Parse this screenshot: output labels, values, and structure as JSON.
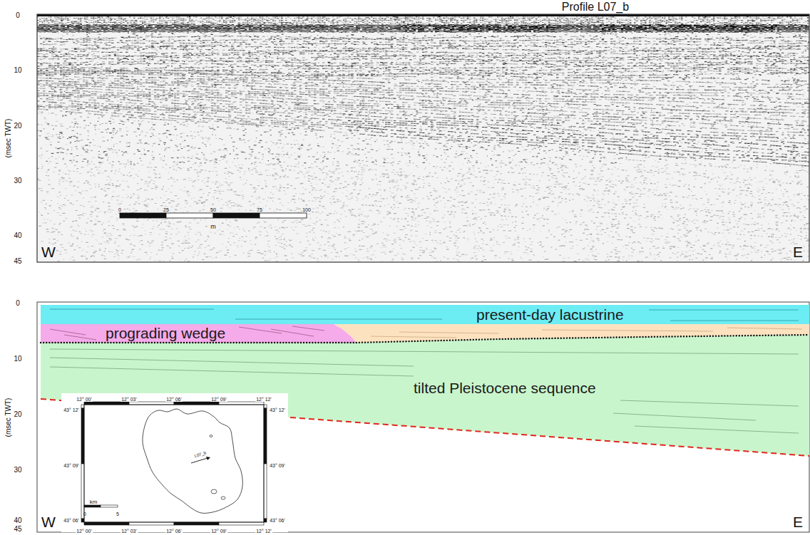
{
  "diagram": {
    "title": "Profile L07_b",
    "nodes": [
      {
        "text": [
          "present-day lacustrine"
        ]
      },
      {
        "text": [
          "prograding wedge"
        ]
      },
      {
        "text": [
          "tilted Pleistocene sequence"
        ]
      }
    ],
    "labels": [
      "0",
      "10",
      "20",
      "30",
      "40",
      "45",
      "(msec TWT)",
      "0",
      "25",
      "50",
      "75",
      "100",
      "m",
      "W",
      "E",
      "0",
      "10",
      "20",
      "30",
      "40",
      "45",
      "(msec TWT)",
      "W",
      "E",
      "12° 00'",
      "12° 03'",
      "12° 06'",
      "12° 09'",
      "12° 12'",
      "43° 12'",
      "43° 09'",
      "43° 06'",
      "43° 12'",
      "43° 09'",
      "43° 06'",
      "L07_b",
      "km",
      "0",
      "5",
      "12° 00'",
      "12° 03'",
      "12° 06'",
      "12° 09'",
      "12° 12'"
    ]
  }
}
